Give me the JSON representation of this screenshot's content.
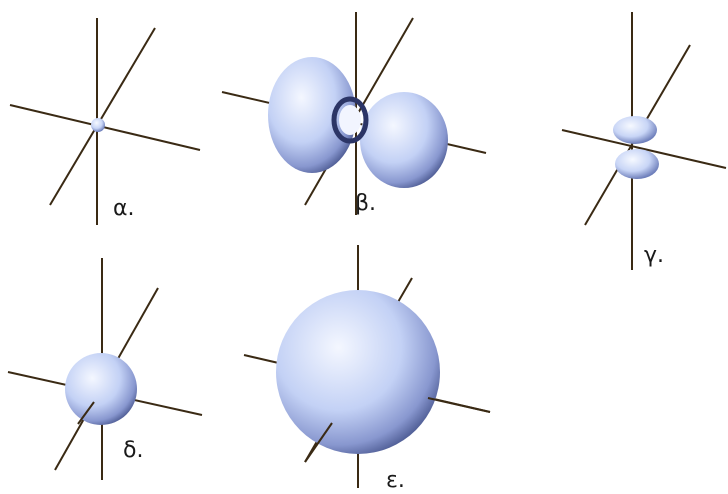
{
  "labels": {
    "a": "α.",
    "b": "β.",
    "c": "γ.",
    "d": "δ.",
    "e": "ε."
  },
  "colors": {
    "axis": "#3a2a14",
    "orbital_light": "#eef3ff",
    "orbital_mid": "#b9c9f2",
    "orbital_dark": "#5d6fa8"
  }
}
